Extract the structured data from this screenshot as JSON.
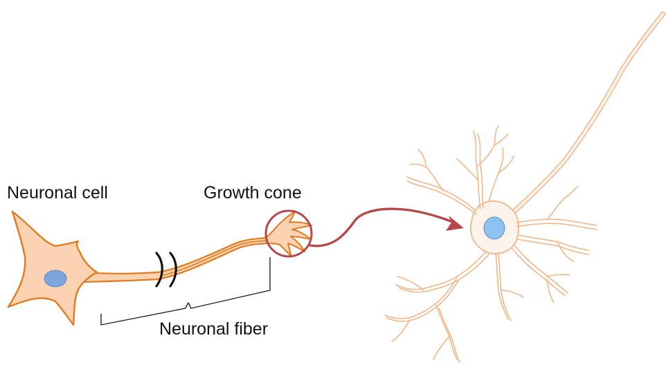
{
  "labels": {
    "neuronal_cell": "Neuronal cell",
    "growth_cone": "Growth cone",
    "neuronal_fiber": "Neuronal fiber"
  },
  "colors": {
    "cell_fill": "#fbd3b2",
    "cell_outline": "#e07a1f",
    "nucleus_fill": "#7fa6dc",
    "nucleus_outline": "#5b86c4",
    "mature_fill": "#fef3ea",
    "mature_outline": "#f0b68a",
    "mature_nucleus": "#8ec2ef",
    "highlight_circle": "#b5484a",
    "arrow": "#b5484a",
    "bracket": "#222222",
    "break_mark": "#111111"
  }
}
